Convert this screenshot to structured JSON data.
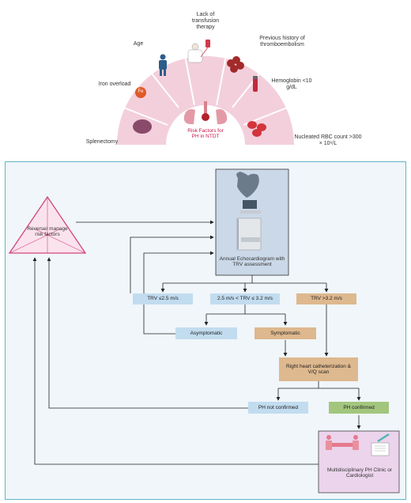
{
  "colors": {
    "arc_fill": "#f6dbe5",
    "panel_border": "#5fb6c8",
    "panel_bg": "#f0f6fa",
    "center_text": "#c8164a",
    "triangle": "#d1457e",
    "blue_box": "#c2dcef",
    "tan_box": "#deb88e",
    "green_box": "#a3c67e",
    "team_box": "#ebd4ec"
  },
  "risk_factors": {
    "center_label": "Risk Factors for PH in NTDT",
    "splenectomy": "Splenectomy",
    "iron_overload": "Iron overload",
    "age": "Age",
    "transfusion": "Lack of transfusion therapy",
    "thromboembolism": "Previous history of thromboembolism",
    "hemoglobin": "Hemoglobin <10 g/dL",
    "nrbc": "Nucleated RBC count >300 × 10⁶/L",
    "fe_symbol": "Fe"
  },
  "flow": {
    "manage": "Reverse/ manage risk factors",
    "echo": "Annual Echocardiogram with TRV assessment",
    "trv_low": "TRV ≤2.5 m/s",
    "trv_mid": "2.5 m/s < TRV ≤ 3.2 m/s",
    "trv_high": "TRV >3.2 m/s",
    "asymptomatic": "Asymptomatic",
    "symptomatic": "Symptomatic",
    "rhc": "Right heart catheterization & V/Q scan",
    "not_confirmed": "PH not confirmed",
    "confirmed": "PH confirmed",
    "clinic": "Multidisciplinary PH Clinic or Cardiologist"
  }
}
